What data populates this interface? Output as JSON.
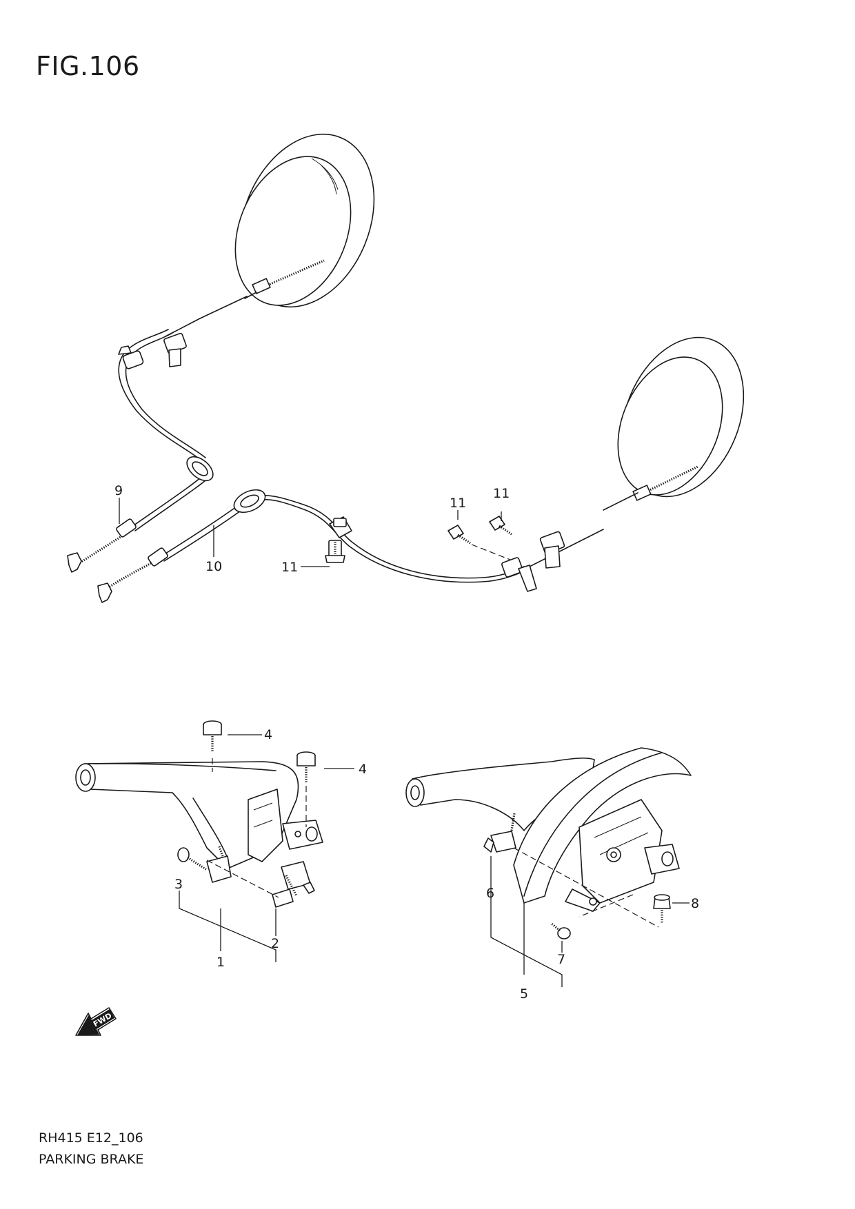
{
  "figure": {
    "title": "FIG.106",
    "code": "RH415 E12_106",
    "name": "PARKING BRAKE"
  },
  "callouts": {
    "c1": "1",
    "c2": "2",
    "c3": "3",
    "c4a": "4",
    "c4b": "4",
    "c5": "5",
    "c6": "6",
    "c7": "7",
    "c8": "8",
    "c9": "9",
    "c10": "10",
    "c11a": "11",
    "c11b": "11",
    "c11c": "11"
  },
  "fwd_badge": "FWD"
}
